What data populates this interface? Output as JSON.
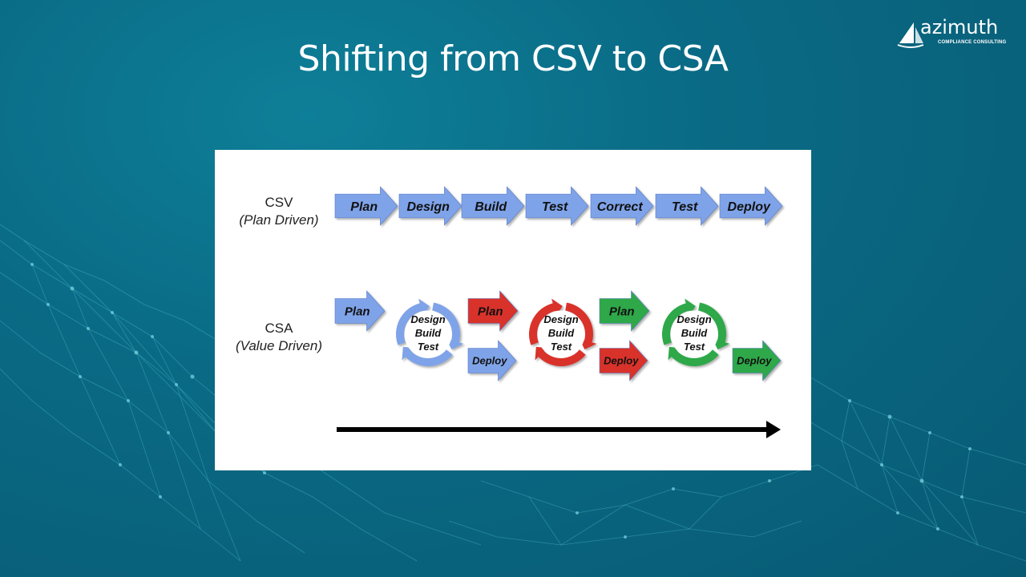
{
  "slide": {
    "title": "Shifting from CSV to CSA"
  },
  "logo": {
    "wordmark": "azimuth",
    "tagline": "COMPLIANCE CONSULTING",
    "icon": "sailboat-icon"
  },
  "csv_row": {
    "label": "CSV",
    "sublabel": "(Plan Driven)",
    "steps": [
      "Plan",
      "Design",
      "Build",
      "Test",
      "Correct",
      "Test",
      "Deploy"
    ],
    "color": "#7fa3e8"
  },
  "csa_row": {
    "label": "CSA",
    "sublabel": "(Value Driven)",
    "iterations": [
      {
        "plan": "Plan",
        "cycle": [
          "Design",
          "Build",
          "Test"
        ],
        "deploy": "Deploy",
        "color": "#7fa3e8"
      },
      {
        "plan": "Plan",
        "cycle": [
          "Design",
          "Build",
          "Test"
        ],
        "deploy": "Deploy",
        "color": "#d9302c"
      },
      {
        "plan": "Plan",
        "cycle": [
          "Design",
          "Build",
          "Test"
        ],
        "deploy": "Deploy",
        "color": "#2fa84a"
      }
    ]
  },
  "colors": {
    "blue": "#7fa3e8",
    "red": "#d9302c",
    "green": "#2fa84a",
    "timeline": "#000000"
  }
}
